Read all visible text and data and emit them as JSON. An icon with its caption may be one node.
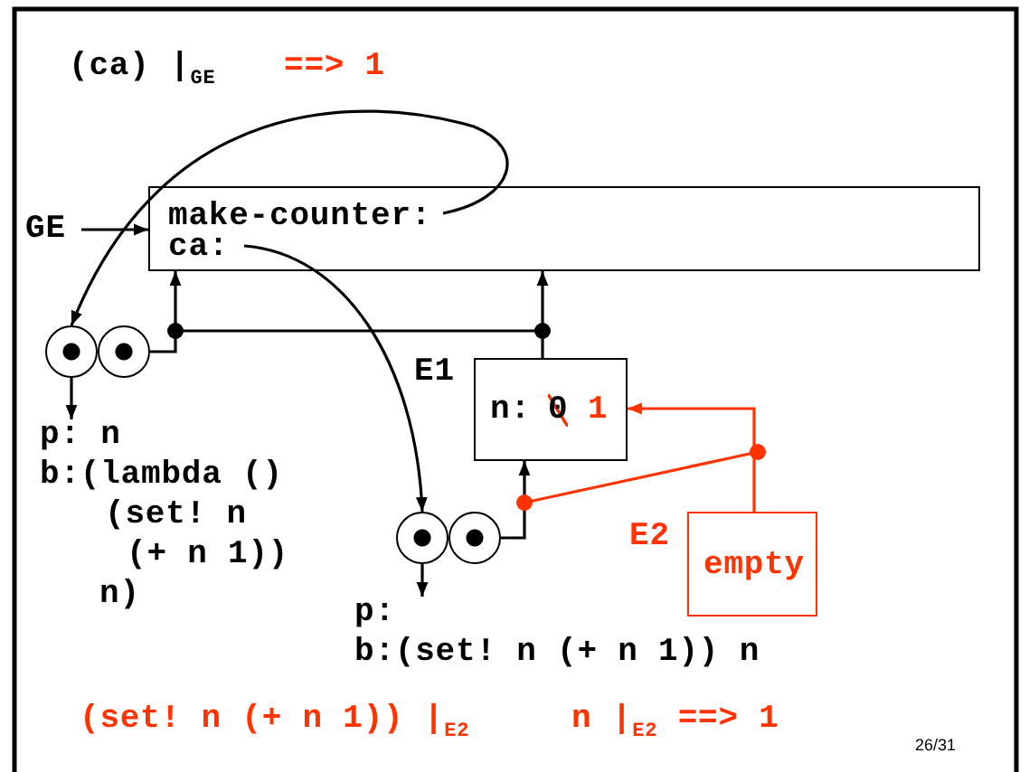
{
  "diagram": {
    "title": "(ca) |$_{GE}$",
    "nodes": [
      {
        "text": [
          "make-counter:",
          "ca:"
        ]
      },
      {
        "text": [
          "GE"
        ]
      },
      {
        "text": [],
        "shape": "circle"
      },
      {
        "text": [],
        "shape": "circle"
      },
      {
        "text": [
          "p: n",
          "b:(lambda ()",
          "(set! n",
          "(+ n 1))",
          "n)"
        ]
      },
      {
        "text": [
          "n:",
          "0",
          "1"
        ],
        "beside": [
          "E1"
        ]
      },
      {
        "text": [],
        "shape": "circle"
      },
      {
        "text": [],
        "shape": "circle"
      },
      {
        "text": [
          "p:",
          "b:(set! n (+ n 1)) n"
        ]
      },
      {
        "text": [
          "empty"
        ],
        "beside": [
          "E2"
        ]
      }
    ],
    "edges": [
      {
        "from": 1,
        "to": 0,
        "arrow": "to"
      },
      {
        "from": 0,
        "to": 2,
        "arrow": "to"
      },
      {
        "from": 0,
        "to": 6,
        "arrow": "to"
      },
      {
        "from": 3,
        "to": 0,
        "arrow": "to"
      },
      {
        "from": 5,
        "to": 0,
        "arrow": "to"
      },
      {
        "from": 2,
        "to": 4,
        "arrow": "to"
      },
      {
        "from": 7,
        "to": 5,
        "arrow": "to"
      },
      {
        "from": 6,
        "to": 8,
        "arrow": "to"
      },
      {
        "from": 9,
        "to": 5,
        "arrow": "to",
        "color": "#ff3300"
      },
      {
        "from": 7,
        "to": 9,
        "arrow": "other",
        "color": "#ff3300"
      }
    ],
    "labels": [
      "==> 1",
      "(set! n (+ n 1)) |$_{E2}$",
      "n |$_{E2}$ ==> 1",
      "26/31"
    ]
  }
}
